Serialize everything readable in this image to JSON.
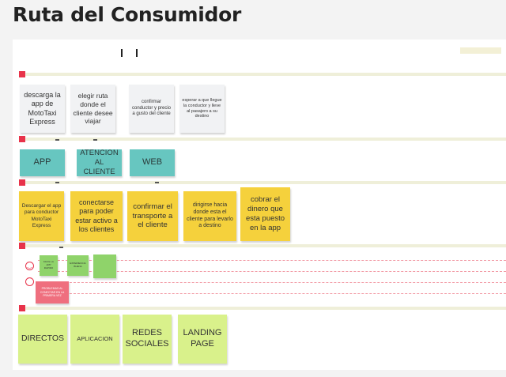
{
  "page": {
    "title": "Ruta del Consumidor"
  },
  "lanes": {
    "actions": [
      "descarga la app de MotoTaxi Express",
      "elegir ruta donde el cliente desee viajar",
      "confirmar conductor y precio a gusto del cliente",
      "esperar a que llegue la conductor y lleve al pasajero a su destino"
    ],
    "touchpoints": [
      "APP",
      "ATENCION AL CLIENTE",
      "WEB"
    ],
    "steps": [
      "Descargar el app para conductor MotoTaxi Express",
      "conectarse para poder estar activo a los clientes",
      "confirmar el transporte a el cliente",
      "dirigirse hacia donde esta el cliente para levarlo a destino",
      "cobrar el dinero que esta puesto en la app"
    ],
    "positive_notes": [
      "FACIL LA APP RAPIDO",
      "EXPERIENCIA BUENA",
      ""
    ],
    "negative_notes": [
      "PROBLEMAS AL CONECTAR EN LA PRIMERA VEZ"
    ],
    "channels": [
      "DIRECTOS",
      "APLICACION",
      "REDES SOCIALES",
      "LANDING PAGE"
    ]
  },
  "icons": {
    "happy": "smile-face-icon",
    "sad": "sad-face-icon"
  },
  "colors": {
    "sticky_grey": "#f1f2f4",
    "sticky_teal": "#67c6c0",
    "sticky_yellow": "#f5d13c",
    "sticky_green": "#d9f18b",
    "sticky_pink": "#ef6f7e",
    "lane_marker": "#e8334a"
  }
}
